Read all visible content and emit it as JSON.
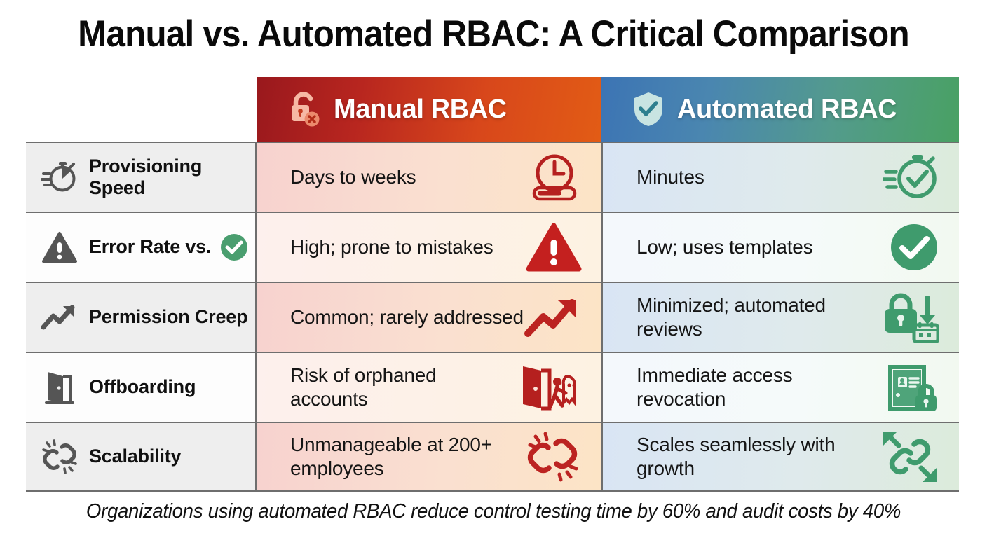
{
  "title": "Manual vs. Automated RBAC: A Critical Comparison",
  "footer": "Organizations using automated RBAC reduce control testing time by 60% and audit costs by 40%",
  "colors": {
    "manual_header_start": "#99181d",
    "manual_header_end": "#e25c15",
    "auto_header_start": "#3c74b4",
    "auto_header_end": "#49a163",
    "manual_accent": "#b22222",
    "auto_accent": "#3f9b6d",
    "label_icon": "#555555",
    "border": "#6e6e6e"
  },
  "header": {
    "blank_label": "",
    "manual": {
      "label": "Manual RBAC",
      "icon": "unlocked-padlock-x-icon"
    },
    "automated": {
      "label": "Automated RBAC",
      "icon": "shield-check-icon"
    }
  },
  "rows": [
    {
      "label": "Provisioning Speed",
      "label_icon": "stopwatch-slow-icon",
      "label_badge": null,
      "manual": {
        "text": "Days to weeks",
        "icon": "clock-loading-bar-icon"
      },
      "automated": {
        "text": "Minutes",
        "icon": "stopwatch-check-fast-icon"
      }
    },
    {
      "label": "Error Rate vs.",
      "label_icon": "warning-triangle-icon",
      "label_badge": "green-check-circle-icon",
      "manual": {
        "text": "High; prone to mistakes",
        "icon": "warning-triangle-red-icon"
      },
      "automated": {
        "text": "Low; uses templates",
        "icon": "check-circle-green-icon"
      }
    },
    {
      "label": "Permission Creep",
      "label_icon": "trend-up-arrow-icon",
      "label_badge": null,
      "manual": {
        "text": "Common; rarely addressed",
        "icon": "trend-up-arrow-red-icon"
      },
      "automated": {
        "text": "Minimized; automated reviews",
        "icon": "lock-down-arrow-calendar-icon"
      }
    },
    {
      "label": "Offboarding",
      "label_icon": "open-door-icon",
      "label_badge": null,
      "manual": {
        "text": "Risk of orphaned accounts",
        "icon": "door-person-ghost-icon"
      },
      "automated": {
        "text": "Immediate access revocation",
        "icon": "door-badge-lock-icon"
      }
    },
    {
      "label": "Scalability",
      "label_icon": "broken-chain-icon",
      "label_badge": null,
      "manual": {
        "text": "Unmanageable at 200+ employees",
        "icon": "broken-chain-red-icon"
      },
      "automated": {
        "text": "Scales seamlessly with growth",
        "icon": "chain-expand-arrows-green-icon"
      }
    }
  ]
}
